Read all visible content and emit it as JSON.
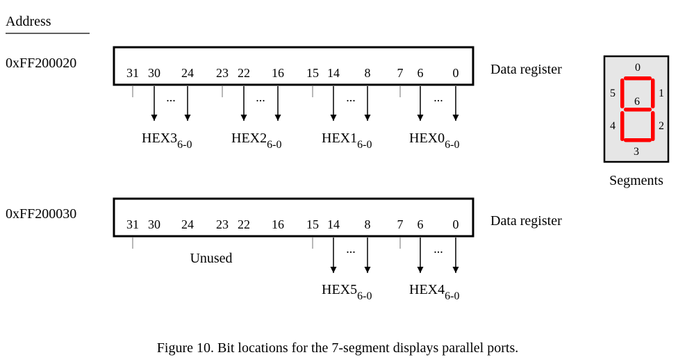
{
  "address_heading": "Address",
  "registers": [
    {
      "address": "0xFF200020",
      "label": "Data register",
      "bits": [
        "31",
        "30",
        "24",
        "23",
        "22",
        "16",
        "15",
        "14",
        "8",
        "7",
        "6",
        "0"
      ],
      "outputs": [
        {
          "name": "HEX3",
          "sub": "6-0",
          "ellipsis": "..."
        },
        {
          "name": "HEX2",
          "sub": "6-0",
          "ellipsis": "..."
        },
        {
          "name": "HEX1",
          "sub": "6-0",
          "ellipsis": "..."
        },
        {
          "name": "HEX0",
          "sub": "6-0",
          "ellipsis": "..."
        }
      ]
    },
    {
      "address": "0xFF200030",
      "label": "Data register",
      "bits": [
        "31",
        "30",
        "24",
        "23",
        "22",
        "16",
        "15",
        "14",
        "8",
        "7",
        "6",
        "0"
      ],
      "unused_label": "Unused",
      "outputs": [
        {
          "name": "HEX5",
          "sub": "6-0",
          "ellipsis": "..."
        },
        {
          "name": "HEX4",
          "sub": "6-0",
          "ellipsis": "..."
        }
      ]
    }
  ],
  "segments": {
    "numbers": [
      "0",
      "1",
      "2",
      "3",
      "4",
      "5",
      "6"
    ],
    "caption": "Segments",
    "segment_color": "#ff0000",
    "panel_color": "#e6e6e6"
  },
  "figure_caption": "Figure 10. Bit locations for the 7-segment displays parallel ports."
}
